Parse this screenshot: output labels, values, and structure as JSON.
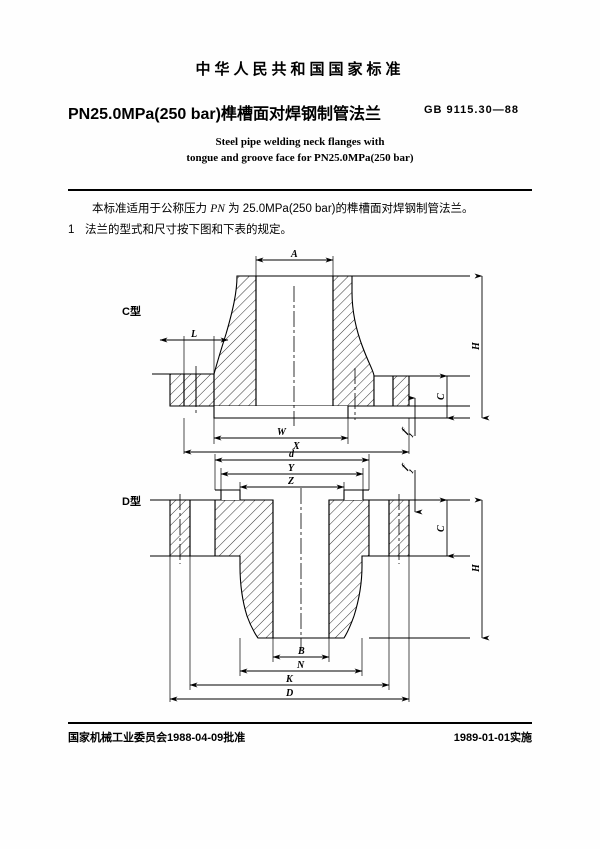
{
  "header": {
    "national_standard": "中华人民共和国国家标准",
    "title_cn": "PN25.0MPa(250 bar)榫槽面对焊钢制管法兰",
    "standard_number": "GB 9115.30—88",
    "title_en_line1": "Steel pipe welding neck flanges with",
    "title_en_line2": "tongue and groove face for PN25.0MPa(250 bar)"
  },
  "scope": {
    "paragraph_1_part1": "本标准适用于公称压力 ",
    "paragraph_1_italic": "PN",
    "paragraph_1_part2": " 为 25.0MPa(250 bar)的榫槽面对焊钢制管法兰。",
    "clause_number": "1",
    "clause_text": "法兰的型式和尺寸按下图和下表的规定。"
  },
  "figures": {
    "type_c_label": "C型",
    "type_d_label": "D型",
    "type_c": {
      "dimensions": {
        "A": "A",
        "L": "L",
        "W": "W",
        "X": "X",
        "C": "C",
        "H": "H",
        "f1": "f",
        "f1_sub": "1"
      }
    },
    "type_d": {
      "dimensions": {
        "d": "d",
        "Y": "Y",
        "Z": "Z",
        "B": "B",
        "N": "N",
        "K": "K",
        "D": "D",
        "C": "C",
        "H": "H",
        "f1": "f",
        "f1_sub": "1"
      }
    }
  },
  "footer": {
    "approval": "国家机械工业委员会1988-04-09批准",
    "implementation": "1989-01-01实施"
  },
  "colors": {
    "ink": "#000000",
    "paper": "#ffffff"
  }
}
